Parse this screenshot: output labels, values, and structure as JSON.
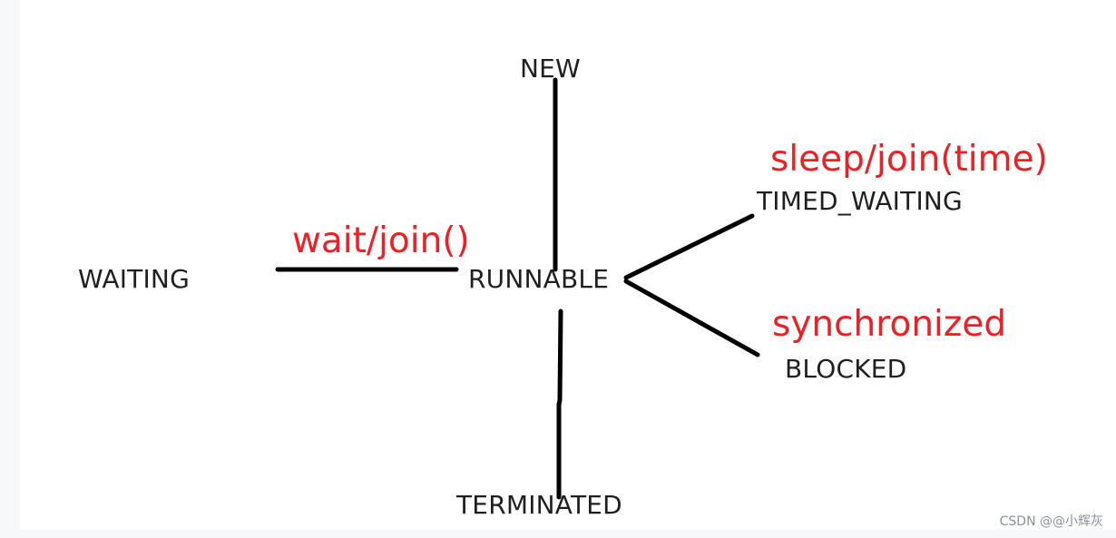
{
  "states": {
    "new": "NEW",
    "runnable": "RUNNABLE",
    "waiting": "WAITING",
    "timed_waiting": "TIMED_WAITING",
    "blocked": "BLOCKED",
    "terminated": "TERMINATED"
  },
  "methods": {
    "wait_join": "wait/join()",
    "sleep_join_time": "sleep/join(time)",
    "synchronized": "synchronized"
  },
  "watermark": "CSDN @@小辉灰",
  "colors": {
    "line": "#000000",
    "method_text": "#ee1f25",
    "state_text": "#1f1f1f",
    "background": "#ffffff"
  }
}
